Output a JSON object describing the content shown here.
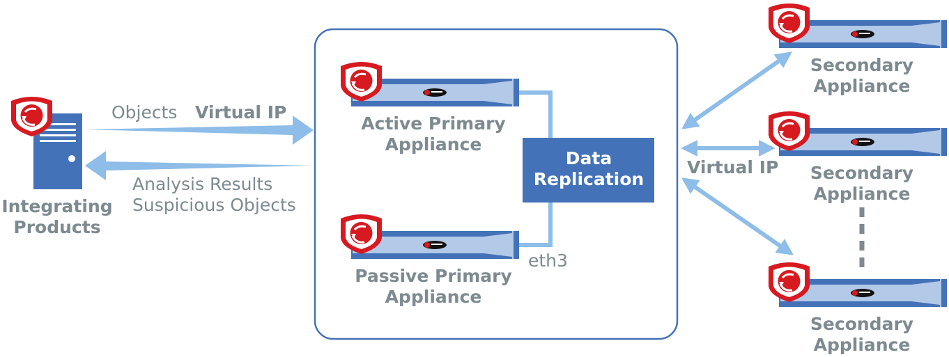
{
  "colors": {
    "dark_blue": "#4472b8",
    "light_blue": "#b3c9e8",
    "arrow_blue": "#8dbde8",
    "brand_red": "#d71920",
    "text_gray": "#7d8a90"
  },
  "integrating": {
    "line1": "Integrating",
    "line2": "Products",
    "icon": "server-icon"
  },
  "flow": {
    "objects": "Objects",
    "virtual_ip": "Virtual IP",
    "results1": "Analysis Results",
    "results2": "Suspicious Objects"
  },
  "active": {
    "line1": "Active Primary",
    "line2": "Appliance"
  },
  "passive": {
    "line1": "Passive Primary",
    "line2": "Appliance"
  },
  "replication": {
    "line1": "Data",
    "line2": "Replication",
    "port": "eth3"
  },
  "secondary_virtual_ip": "Virtual IP",
  "secondaries": [
    {
      "line1": "Secondary",
      "line2": "Appliance"
    },
    {
      "line1": "Secondary",
      "line2": "Appliance"
    },
    {
      "line1": "Secondary",
      "line2": "Appliance"
    }
  ]
}
